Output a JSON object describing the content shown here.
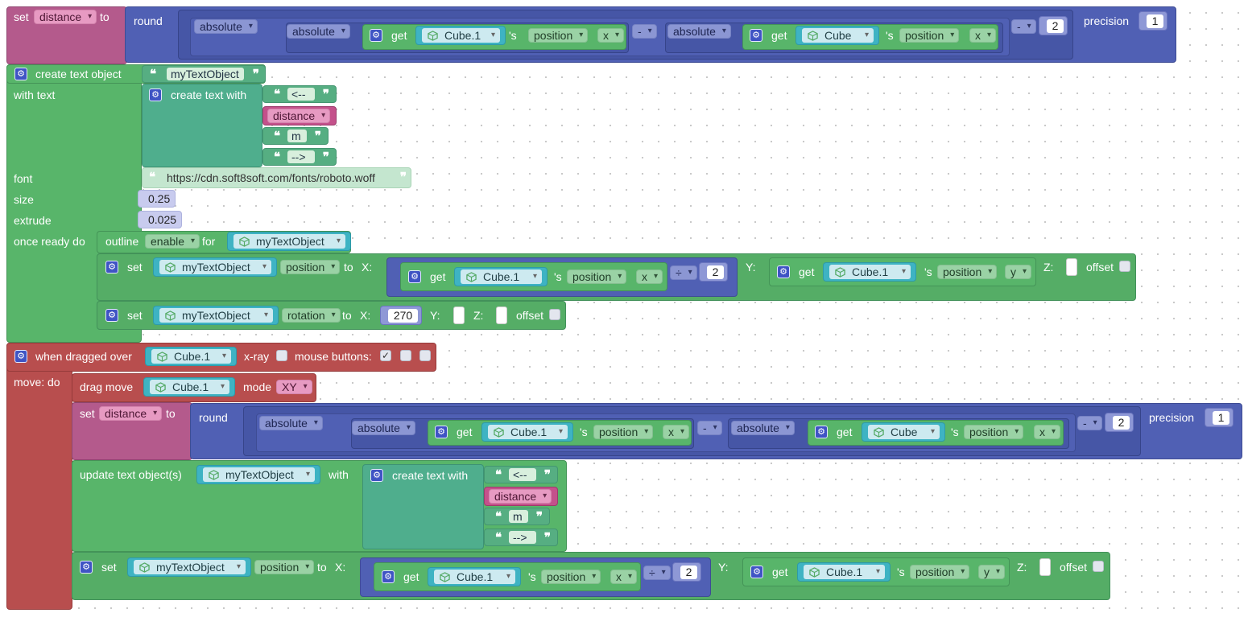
{
  "setBlock": {
    "set": "set",
    "var": "distance",
    "to": "to",
    "round": "round",
    "absolute": "absolute",
    "get": "get",
    "obj1": "Cube.1",
    "obj2": "Cube",
    "possessive": "'s",
    "prop": "position",
    "axis": "x",
    "minus": "-",
    "two": "2",
    "precision": "precision",
    "one": "1"
  },
  "createText": {
    "label": "create text object",
    "name": "myTextObject",
    "withText": "with text",
    "createTextWith": "create text with",
    "arrowLeft": "<--",
    "distanceVar": "distance",
    "unit": "m",
    "arrowRight": "-->",
    "font": "font",
    "fontUrl": "https://cdn.soft8soft.com/fonts/roboto.woff",
    "size": "size",
    "sizeValue": "0.25",
    "extrude": "extrude",
    "extrudeValue": "0.025",
    "onceReady": "once ready do"
  },
  "outline": {
    "label": "outline",
    "mode": "enable",
    "for": "for",
    "object": "myTextObject"
  },
  "setPos1": {
    "set": "set",
    "object": "myTextObject",
    "prop": "position",
    "to": "to",
    "xLabel": "X:",
    "get": "get",
    "cube": "Cube.1",
    "possessive": "'s",
    "posProp": "position",
    "xAxis": "x",
    "div": "÷",
    "two": "2",
    "yLabel": "Y:",
    "yAxis": "y",
    "zLabel": "Z:",
    "offset": "offset"
  },
  "setRot": {
    "set": "set",
    "object": "myTextObject",
    "prop": "rotation",
    "to": "to",
    "xLabel": "X:",
    "xValue": "270",
    "yLabel": "Y:",
    "zLabel": "Z:",
    "offset": "offset"
  },
  "drag": {
    "label": "when dragged over",
    "object": "Cube.1",
    "xray": "x-ray",
    "mouseButtons": "mouse buttons:",
    "moveDo": "move: do",
    "check": "✓"
  },
  "dragMove": {
    "label": "drag move",
    "object": "Cube.1",
    "mode": "mode",
    "modeValue": "XY"
  },
  "update": {
    "label": "update text object(s)",
    "object": "myTextObject",
    "with": "with"
  }
}
